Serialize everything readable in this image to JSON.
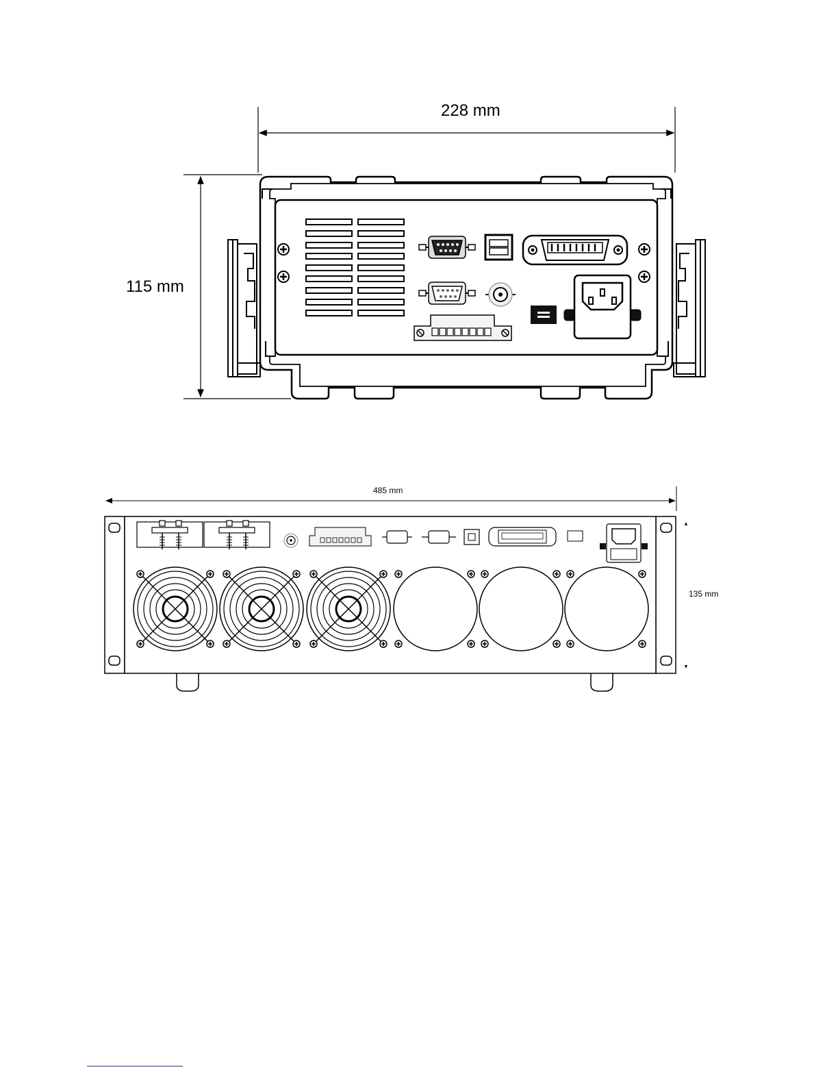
{
  "diagram1": {
    "width_label": "228 mm",
    "height_label": "115 mm"
  },
  "diagram2": {
    "width_label": "485 mm",
    "height_label": "135 mm"
  }
}
